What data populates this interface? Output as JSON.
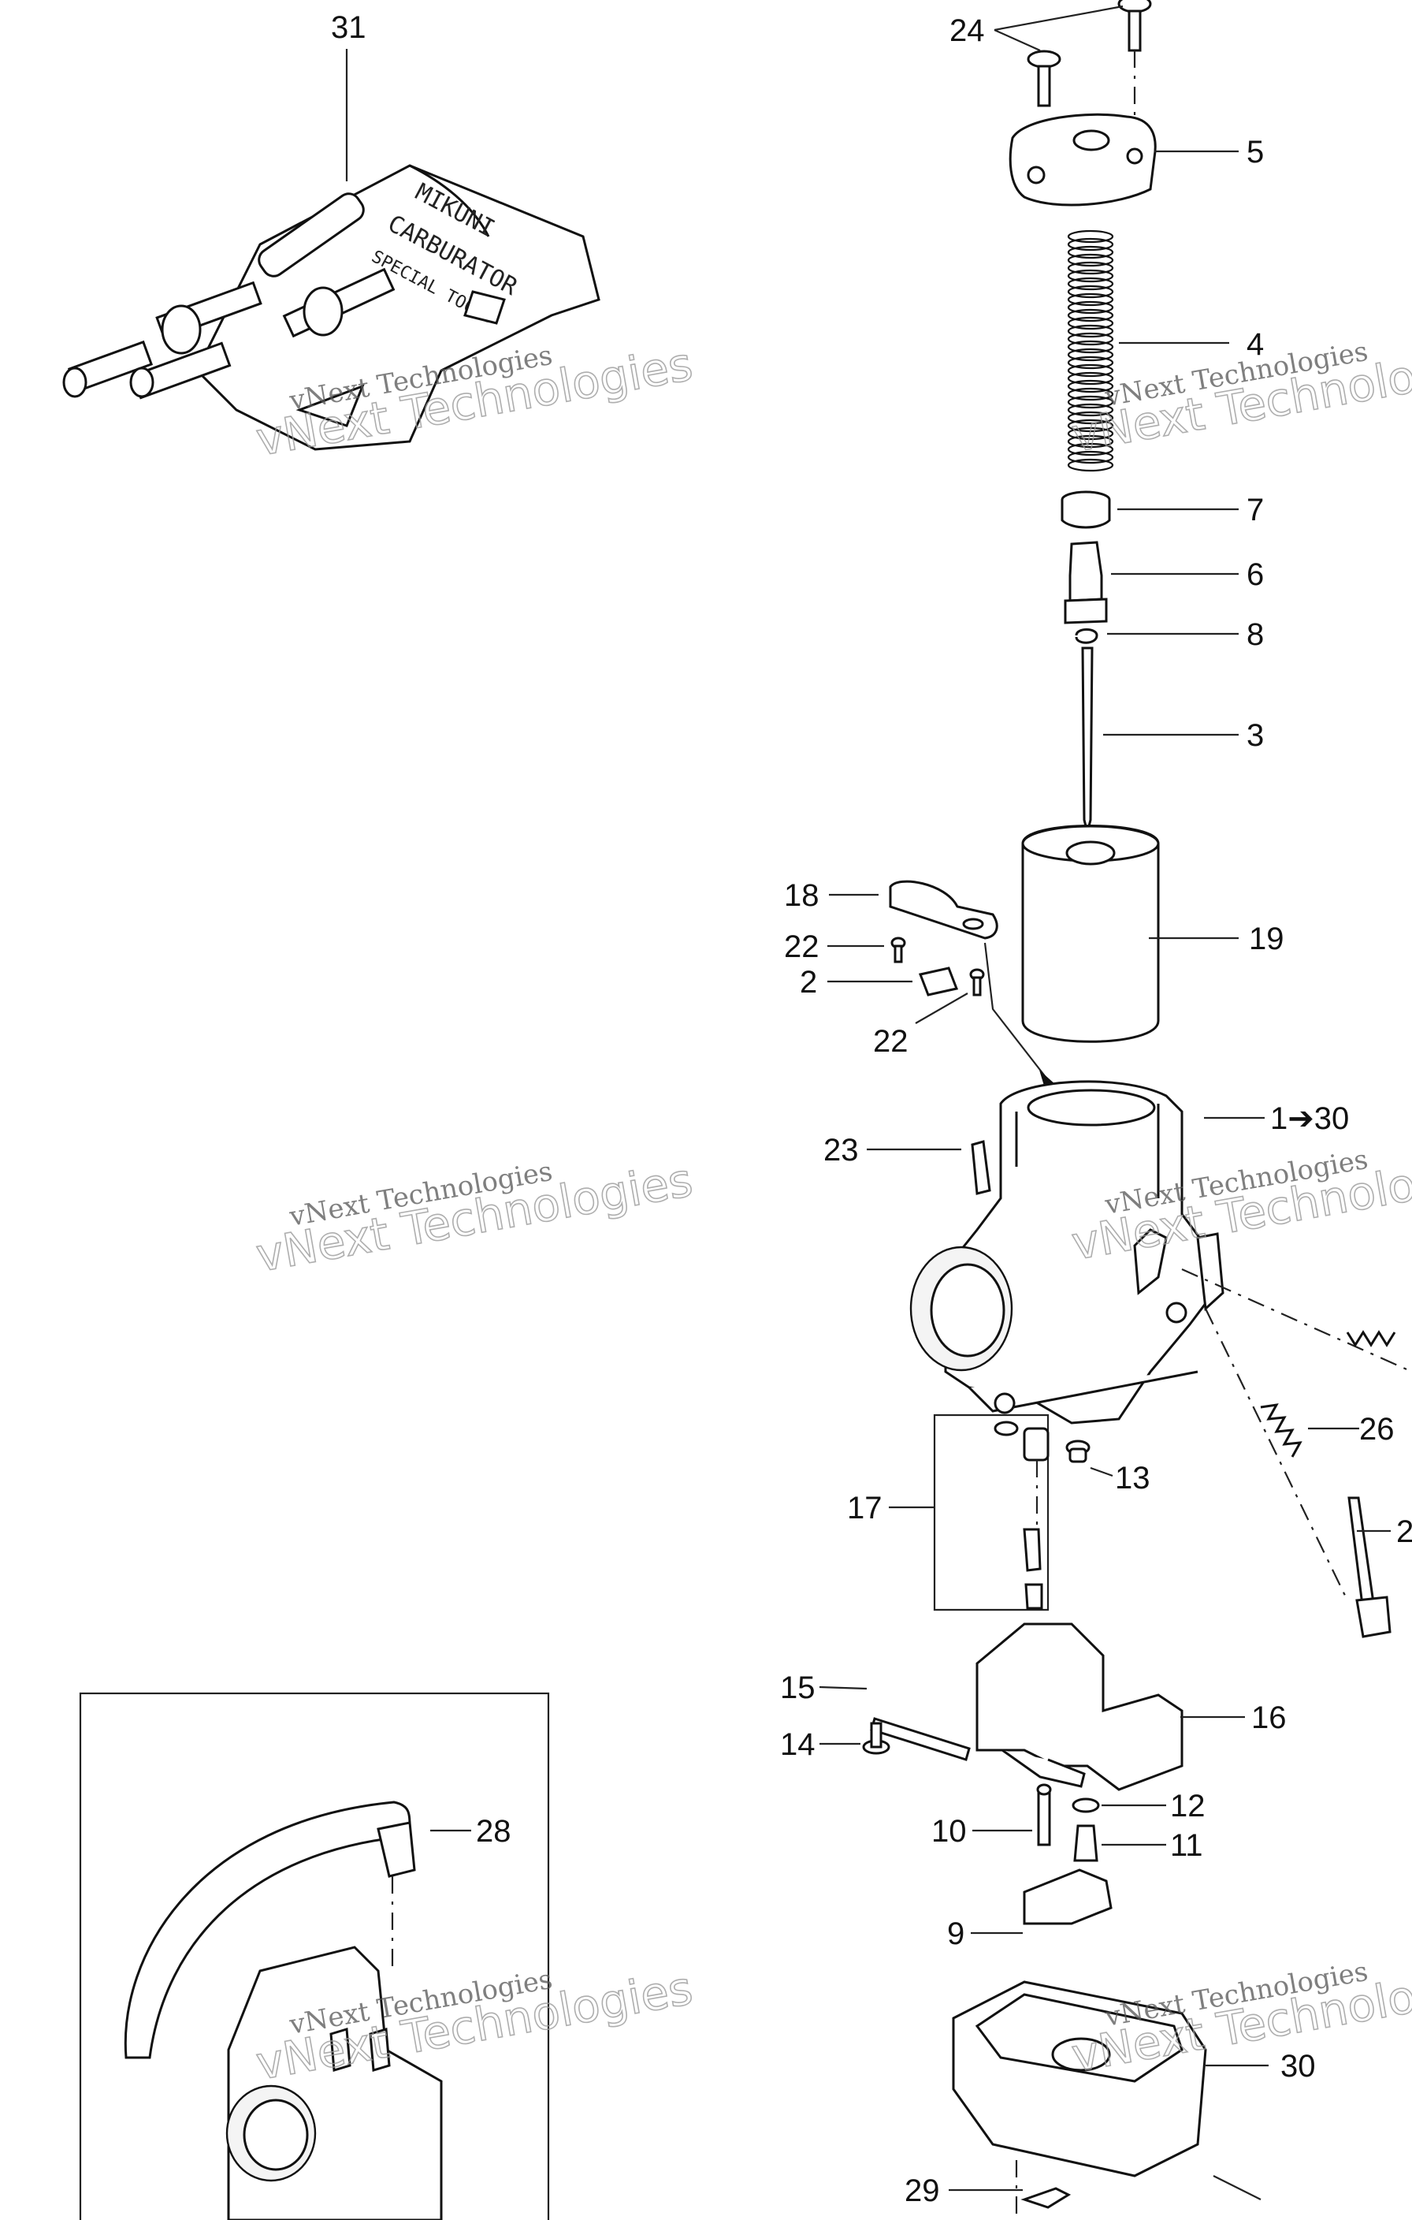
{
  "callouts": [
    {
      "id": "c31",
      "text": "31"
    },
    {
      "id": "c24",
      "text": "24"
    },
    {
      "id": "c5",
      "text": "5"
    },
    {
      "id": "c4",
      "text": "4"
    },
    {
      "id": "c7",
      "text": "7"
    },
    {
      "id": "c6",
      "text": "6"
    },
    {
      "id": "c8",
      "text": "8"
    },
    {
      "id": "c3",
      "text": "3"
    },
    {
      "id": "c18",
      "text": "18"
    },
    {
      "id": "c19",
      "text": "19"
    },
    {
      "id": "c22a",
      "text": "22"
    },
    {
      "id": "c2",
      "text": "2"
    },
    {
      "id": "c22b",
      "text": "22"
    },
    {
      "id": "c1",
      "text": "1➔30"
    },
    {
      "id": "c23",
      "text": "23"
    },
    {
      "id": "c26",
      "text": "26"
    },
    {
      "id": "c25",
      "text": "2"
    },
    {
      "id": "c17",
      "text": "17"
    },
    {
      "id": "c13",
      "text": "13"
    },
    {
      "id": "c15",
      "text": "15"
    },
    {
      "id": "c16",
      "text": "16"
    },
    {
      "id": "c14",
      "text": "14"
    },
    {
      "id": "c28",
      "text": "28"
    },
    {
      "id": "c12",
      "text": "12"
    },
    {
      "id": "c10",
      "text": "10"
    },
    {
      "id": "c11",
      "text": "11"
    },
    {
      "id": "c9",
      "text": "9"
    },
    {
      "id": "c30",
      "text": "30"
    },
    {
      "id": "c29",
      "text": "29"
    }
  ],
  "tool_kit_text": {
    "line1": "MIKUNI",
    "line2": "CARBURATOR",
    "line3": "SPECIAL TOOLS"
  },
  "watermarks": [
    {
      "small": "vNext Technologies",
      "big": "vNext Technologies"
    },
    {
      "small": "vNext Technologies",
      "big": "vNext Technologies"
    },
    {
      "small": "vNext Technologies",
      "big": "vNext Technologies"
    },
    {
      "small": "vNext Technologies",
      "big": "vNext Technologies"
    },
    {
      "small": "vNext Technologies",
      "big": "vNext Technologies"
    },
    {
      "small": "vNext Technologies",
      "big": "vNext Technologies"
    }
  ]
}
